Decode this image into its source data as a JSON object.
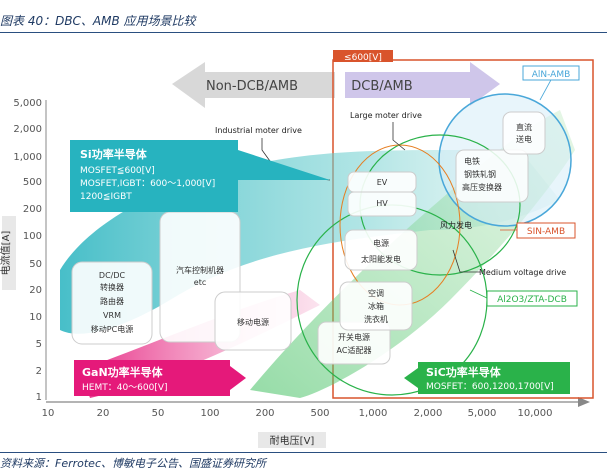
{
  "figure_title": "图表 40：DBC、AMB 应用场景比较",
  "source": "资料来源：Ferrotec、博敏电子公告、国盛证券研究所",
  "y_axis": {
    "label": "电流值[A]",
    "ticks": [
      "5,000",
      "2,000",
      "1,000",
      "500",
      "200",
      "100",
      "50",
      "20",
      "10",
      "5",
      "2",
      "1"
    ]
  },
  "x_axis": {
    "label": "耐电压[V]",
    "ticks": [
      "10",
      "20",
      "50",
      "100",
      "200",
      "500",
      "1,000",
      "2,000",
      "5,000",
      "10,000"
    ]
  },
  "arrows": {
    "non_dcb": "Non-DCB/AMB",
    "dcb": "DCB/AMB"
  },
  "region_label": "≤600[V]",
  "callouts": {
    "si": {
      "title": "Si功率半导体",
      "lines": [
        "MOSFET≦600[V]",
        "MOSFET,IGBT：600～1,000[V]",
        "1200≦IGBT"
      ]
    },
    "gan": {
      "title": "GaN功率半导体",
      "line": "HEMT：40～600[V]"
    },
    "sic": {
      "title": "SiC功率半导体",
      "line": "MOSFET：600,1200,1700[V]"
    }
  },
  "labels": {
    "industrial": "Industrial moter drive",
    "large": "Large moter drive",
    "aln_amb": "AlN-AMB",
    "sin_amb": "SIN-AMB",
    "medium": "Medium voltage drive",
    "al2o3": "Al2O3/ZTA-DCB",
    "wind": "风力发电"
  },
  "boxes": {
    "dcdc": [
      "DC/DC",
      "转换器",
      "路由器",
      "VRM",
      "移动PC电源"
    ],
    "auto": [
      "汽车控制机器",
      "etc"
    ],
    "mobile": [
      "移动电源"
    ],
    "charger": [
      "开关电源",
      "AC适配器"
    ],
    "ev": [
      "EV"
    ],
    "hv": [
      "HV"
    ],
    "power_solar": [
      "电源",
      "太阳能发电"
    ],
    "appliance": [
      "空调",
      "冰箱",
      "洗衣机"
    ],
    "rail": [
      "电铁",
      "钢铁轧钢",
      "高压变换器"
    ],
    "dc": [
      "直流",
      "送电"
    ]
  },
  "colors": {
    "title_blue": "#1f3a63",
    "teal": "#27b3bf",
    "magenta": "#e5197a",
    "green": "#2ab24a",
    "red_border": "#d9542c",
    "blue_light": "#49a7d9",
    "gray_arrow": "#cccccc",
    "lavender_arrow": "#c8c0e6",
    "orange_text": "#e67e22"
  }
}
